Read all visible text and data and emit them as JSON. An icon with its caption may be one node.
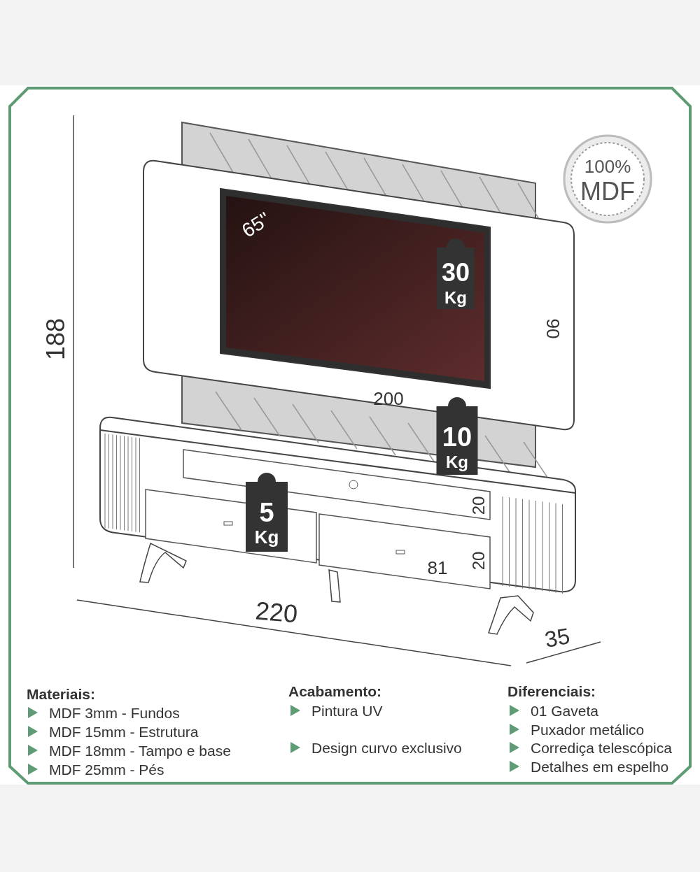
{
  "diagram": {
    "labels": [
      "100%",
      "MDF",
      "188",
      "65\"",
      "30",
      "Kg",
      "90",
      "200",
      "10",
      "Kg",
      "5",
      "Kg",
      "20",
      "20",
      "81",
      "220",
      "35",
      "Materiais:",
      "MDF 3mm - Fundos",
      "MDF 15mm - Estrutura",
      "MDF 18mm - Tampo e base",
      "MDF 25mm - Pés",
      "Acabamento:",
      "Pintura UV",
      "Design curvo exclusivo",
      "Diferenciais:",
      "01 Gaveta",
      "Puxador metálico",
      "Corrediça telescópica",
      "Detalhes em espelho"
    ]
  }
}
